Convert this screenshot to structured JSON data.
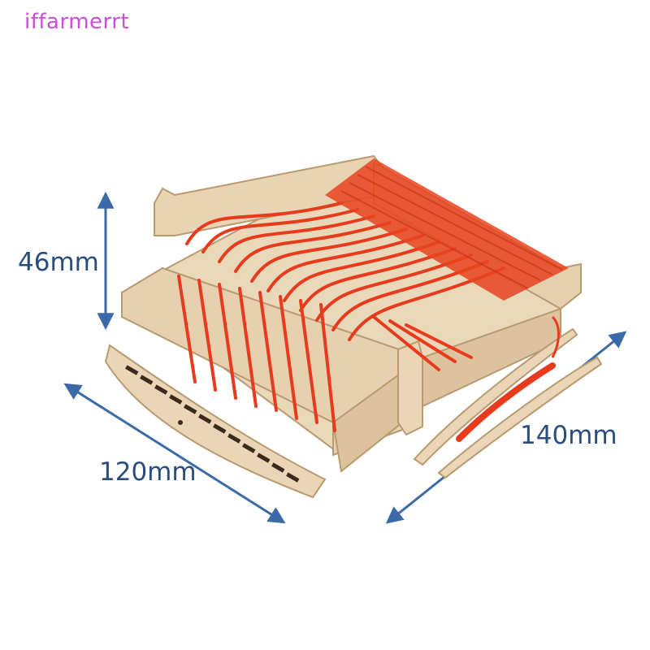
{
  "watermark": {
    "text": "iffarmerrt"
  },
  "dimensions": {
    "height": "46mm",
    "width": "120mm",
    "length": "140mm"
  },
  "colors": {
    "wood": "#e8d3b3",
    "wood_edge": "#b9996f",
    "yarn": "#e83a1c",
    "arrow": "#3b6aa8",
    "watermark": "#c84fd6"
  },
  "icons": [
    "loom-frame",
    "heddle-comb",
    "shuttle"
  ]
}
